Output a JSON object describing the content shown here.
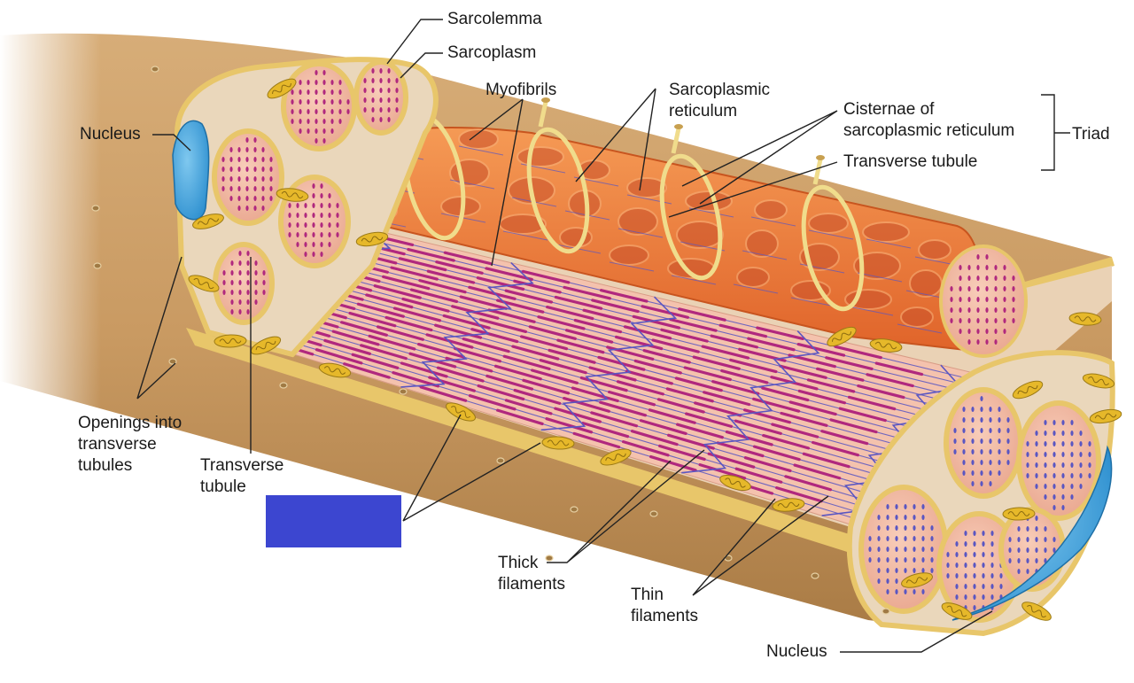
{
  "labels": {
    "sarcolemma": "Sarcolemma",
    "sarcoplasm": "Sarcoplasm",
    "myofibrils": "Myofibrils",
    "sarcoplasmic_reticulum": [
      "Sarcoplasmic",
      "reticulum"
    ],
    "cisternae": [
      "Cisternae of",
      "sarcoplasmic reticulum"
    ],
    "transverse_tubule_top": "Transverse tubule",
    "triad": "Triad",
    "nucleus_left": "Nucleus",
    "nucleus_bottom": "Nucleus",
    "openings": [
      "Openings into",
      "transverse",
      "tubules"
    ],
    "transverse_tubule_left": [
      "Transverse",
      "tubule"
    ],
    "thick_filaments": [
      "Thick",
      "filaments"
    ],
    "thin_filaments": [
      "Thin",
      "filaments"
    ]
  },
  "colors": {
    "fiber": "#c99a62",
    "sarcolemma": "#e8c66a",
    "myofibril": "#f2b7a2",
    "thick_filament": "#b0287e",
    "thin_filament": "#5a56c2",
    "sarcoplasmic_reticulum": "#f07a3a",
    "transverse_tubule": "#f0dc8c",
    "nucleus": "#3aa0dc",
    "mitochondria": "#e6b82a",
    "redaction_box": "#3c46d0"
  }
}
